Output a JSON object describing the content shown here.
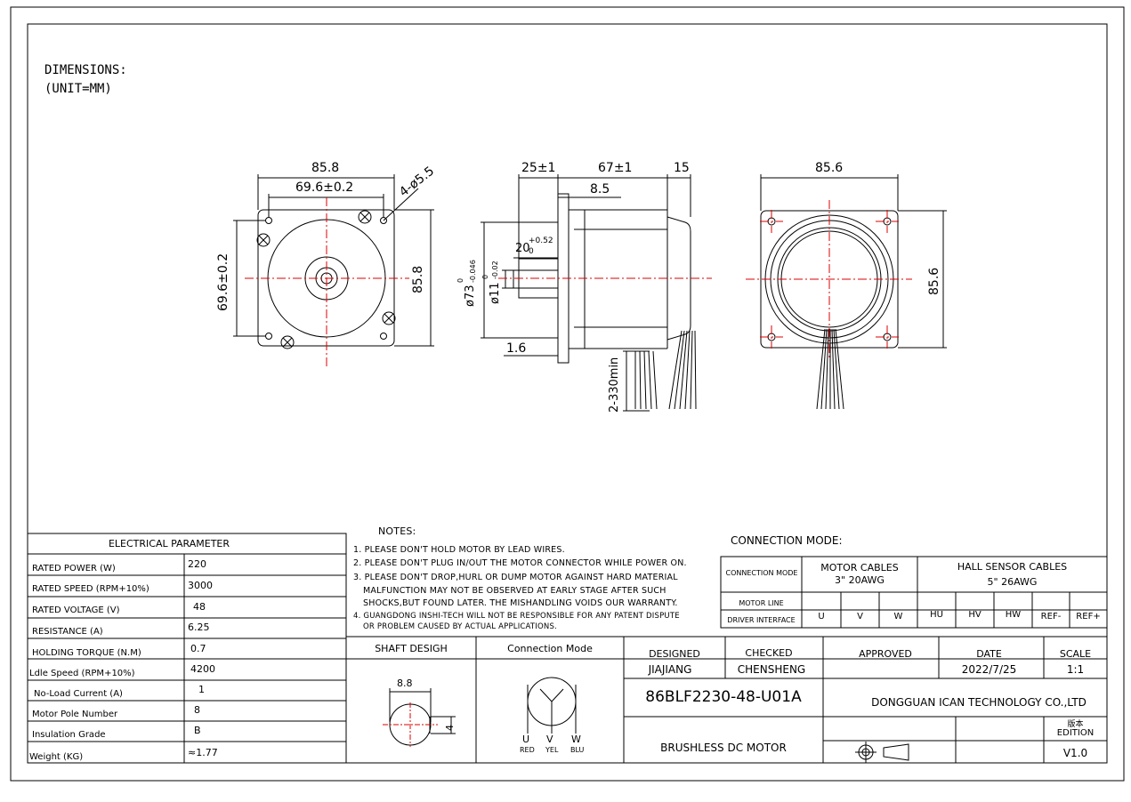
{
  "header": {
    "title": "DIMENSIONS:",
    "unit": "(UNIT=MM)"
  },
  "views": {
    "front": {
      "width": "85.8",
      "pitch": "69.6±0.2",
      "holes": "4-ø5.5",
      "height": "85.8",
      "pitch_v": "69.6±0.2"
    },
    "side": {
      "flange_len": "25±1",
      "body_len": "67±1",
      "rear": "15",
      "shaft_len": "8.5",
      "key_len": "20",
      "key_tol_top": "+0.52",
      "key_tol_bot": "0",
      "pilot": "ø73",
      "pilot_tol_top": "0",
      "pilot_tol_bot": "-0.046",
      "shaft": "ø11",
      "shaft_tol_top": "0",
      "shaft_tol_bot": "-0.02",
      "flange_thk": "1.6",
      "lead_len": "2-330min"
    },
    "rear": {
      "width": "85.6",
      "height": "85.6"
    }
  },
  "notes": {
    "title": "NOTES:",
    "lines": [
      "1. PLEASE DON'T HOLD MOTOR BY LEAD WIRES.",
      "2. PLEASE DON'T PLUG IN/OUT THE MOTOR CONNECTOR WHILE POWER ON.",
      "3. PLEASE DON'T DROP,HURL OR DUMP MOTOR AGAINST HARD MATERIAL",
      "MALFUNCTION MAY NOT BE OBSERVED AT EARLY STAGE AFTER SUCH",
      "SHOCKS,BUT FOUND LATER. THE MISHANDLING VOIDS OUR WARRANTY.",
      "4. GUANGDONG INSHI-TECH WILL NOT BE RESPONSIBLE FOR ANY PATENT DISPUTE",
      "OR PROBLEM CAUSED BY ACTUAL APPLICATIONS."
    ]
  },
  "connection": {
    "title": "CONNECTION MODE:",
    "mode_label": "CONNECTION MODE",
    "motor_cables": "MOTOR CABLES",
    "motor_cables_spec": "3\" 20AWG",
    "hall_cables": "HALL SENSOR CABLES",
    "hall_cables_spec": "5\" 26AWG",
    "motor_line": "MOTOR LINE",
    "driver_interface": "DRIVER INTERFACE",
    "pins": [
      "U",
      "V",
      "W",
      "HU",
      "HV",
      "HW",
      "REF-",
      "REF+"
    ]
  },
  "electrical": {
    "title": "ELECTRICAL PARAMETER",
    "rows": [
      {
        "label": "RATED POWER (W)",
        "value": "220"
      },
      {
        "label": "RATED SPEED (RPM+10%)",
        "value": "3000"
      },
      {
        "label": "RATED VOLTAGE (V)",
        "value": "48"
      },
      {
        "label": "RESISTANCE (A)",
        "value": "6.25"
      },
      {
        "label": "HOLDING TORQUE (N.M)",
        "value": "0.7"
      },
      {
        "label": "Ldle Speed (RPM+10%)",
        "value": "4200"
      },
      {
        "label": "No-Load Current (A)",
        "value": "1"
      },
      {
        "label": "Motor Pole Number",
        "value": "8"
      },
      {
        "label": "Insulation Grade",
        "value": "B"
      },
      {
        "label": "Weight (KG)",
        "value": "≈1.77"
      }
    ]
  },
  "shaft": {
    "title": "SHAFT DESIGH",
    "dia": "8.8",
    "flat": "4"
  },
  "conn_mode": {
    "title": "Connection Mode",
    "u": "U",
    "v": "V",
    "w": "W",
    "u_c": "RED",
    "v_c": "YEL",
    "w_c": "BLU"
  },
  "title_block": {
    "designed_label": "DESIGNED",
    "designed": "JIAJIANG",
    "checked_label": "CHECKED",
    "checked": "CHENSHENG",
    "approved_label": "APPROVED",
    "date_label": "DATE",
    "date": "2022/7/25",
    "scale_label": "SCALE",
    "scale": "1:1",
    "part_no": "86BLF2230-48-U01A",
    "company": "DONGGUAN ICAN TECHNOLOGY CO.,LTD",
    "edition_cn": "版本",
    "edition_label": "EDITION",
    "description": "BRUSHLESS DC MOTOR",
    "edition": "V1.0"
  }
}
